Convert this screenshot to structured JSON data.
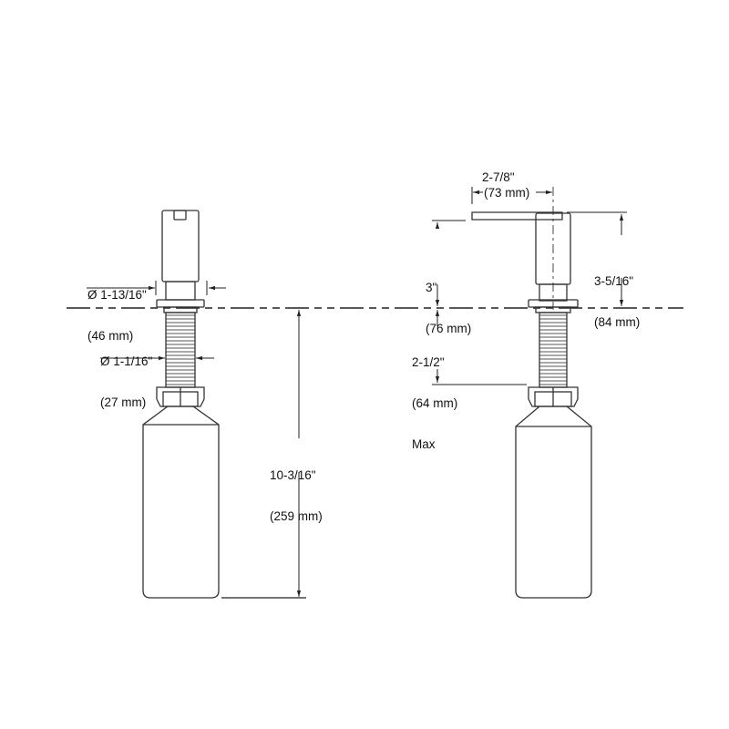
{
  "drawing": {
    "colors": {
      "line": "#333333",
      "text": "#111111",
      "background": "#ffffff"
    },
    "front_view": {
      "top_diameter": {
        "inch": "Ø 1-13/16\"",
        "mm": "(46 mm)"
      },
      "shank_diameter": {
        "inch": "Ø 1-1/16\"",
        "mm": "(27 mm)"
      },
      "overall_below_deck": {
        "inch": "10-3/16\"",
        "mm": "(259 mm)"
      }
    },
    "side_view": {
      "spout_reach": {
        "inch": "2-7/8\"",
        "mm": "(73 mm)"
      },
      "spout_height": {
        "inch": "3\"",
        "mm": "(76 mm)"
      },
      "overall_height": {
        "inch": "3-5/16\"",
        "mm": "(84 mm)"
      },
      "max_deck_thickness": {
        "inch": "2-1/2\"",
        "mm": "(64 mm)",
        "note": "Max"
      }
    }
  }
}
